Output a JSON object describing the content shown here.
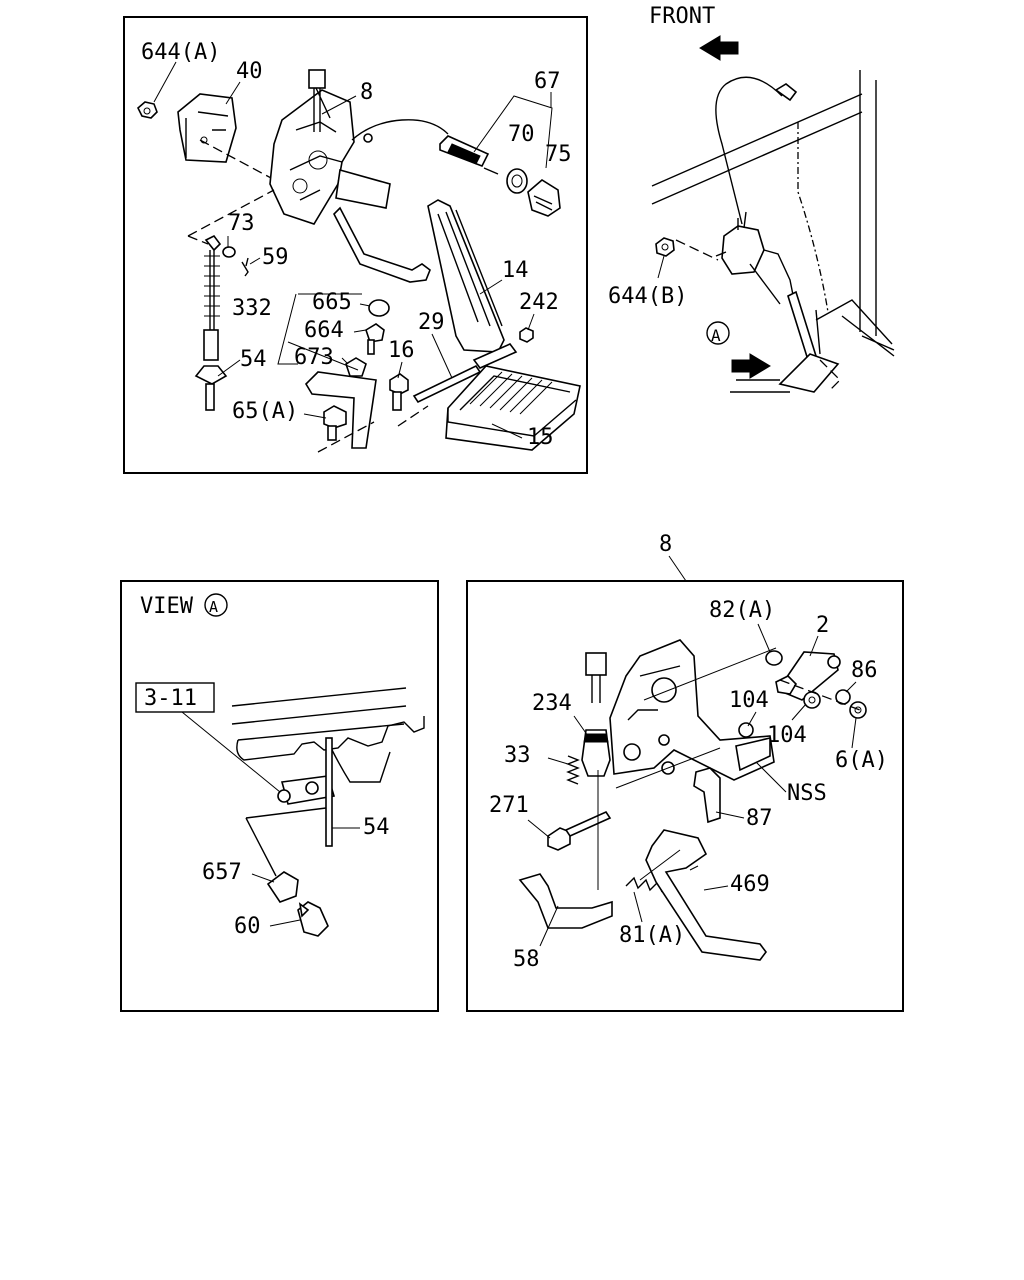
{
  "top_left_callouts": [
    "644(A)",
    "40",
    "8",
    "67",
    "70",
    "75",
    "73",
    "59",
    "14",
    "332",
    "665",
    "664",
    "242",
    "29",
    "673",
    "16",
    "54",
    "65(A)",
    "15"
  ],
  "top_right": {
    "front_label": "FRONT",
    "callouts": [
      "644(B)"
    ],
    "view_marker": "A"
  },
  "view_panel": {
    "title": "VIEW",
    "title_marker": "A",
    "ref_box": "3-11",
    "callouts": [
      "54",
      "657",
      "60"
    ]
  },
  "detail_panel": {
    "title_callout": "8",
    "callouts": [
      "82(A)",
      "2",
      "86",
      "104",
      "104",
      "6(A)",
      "234",
      "33",
      "NSS",
      "271",
      "87",
      "469",
      "81(A)",
      "58"
    ]
  }
}
